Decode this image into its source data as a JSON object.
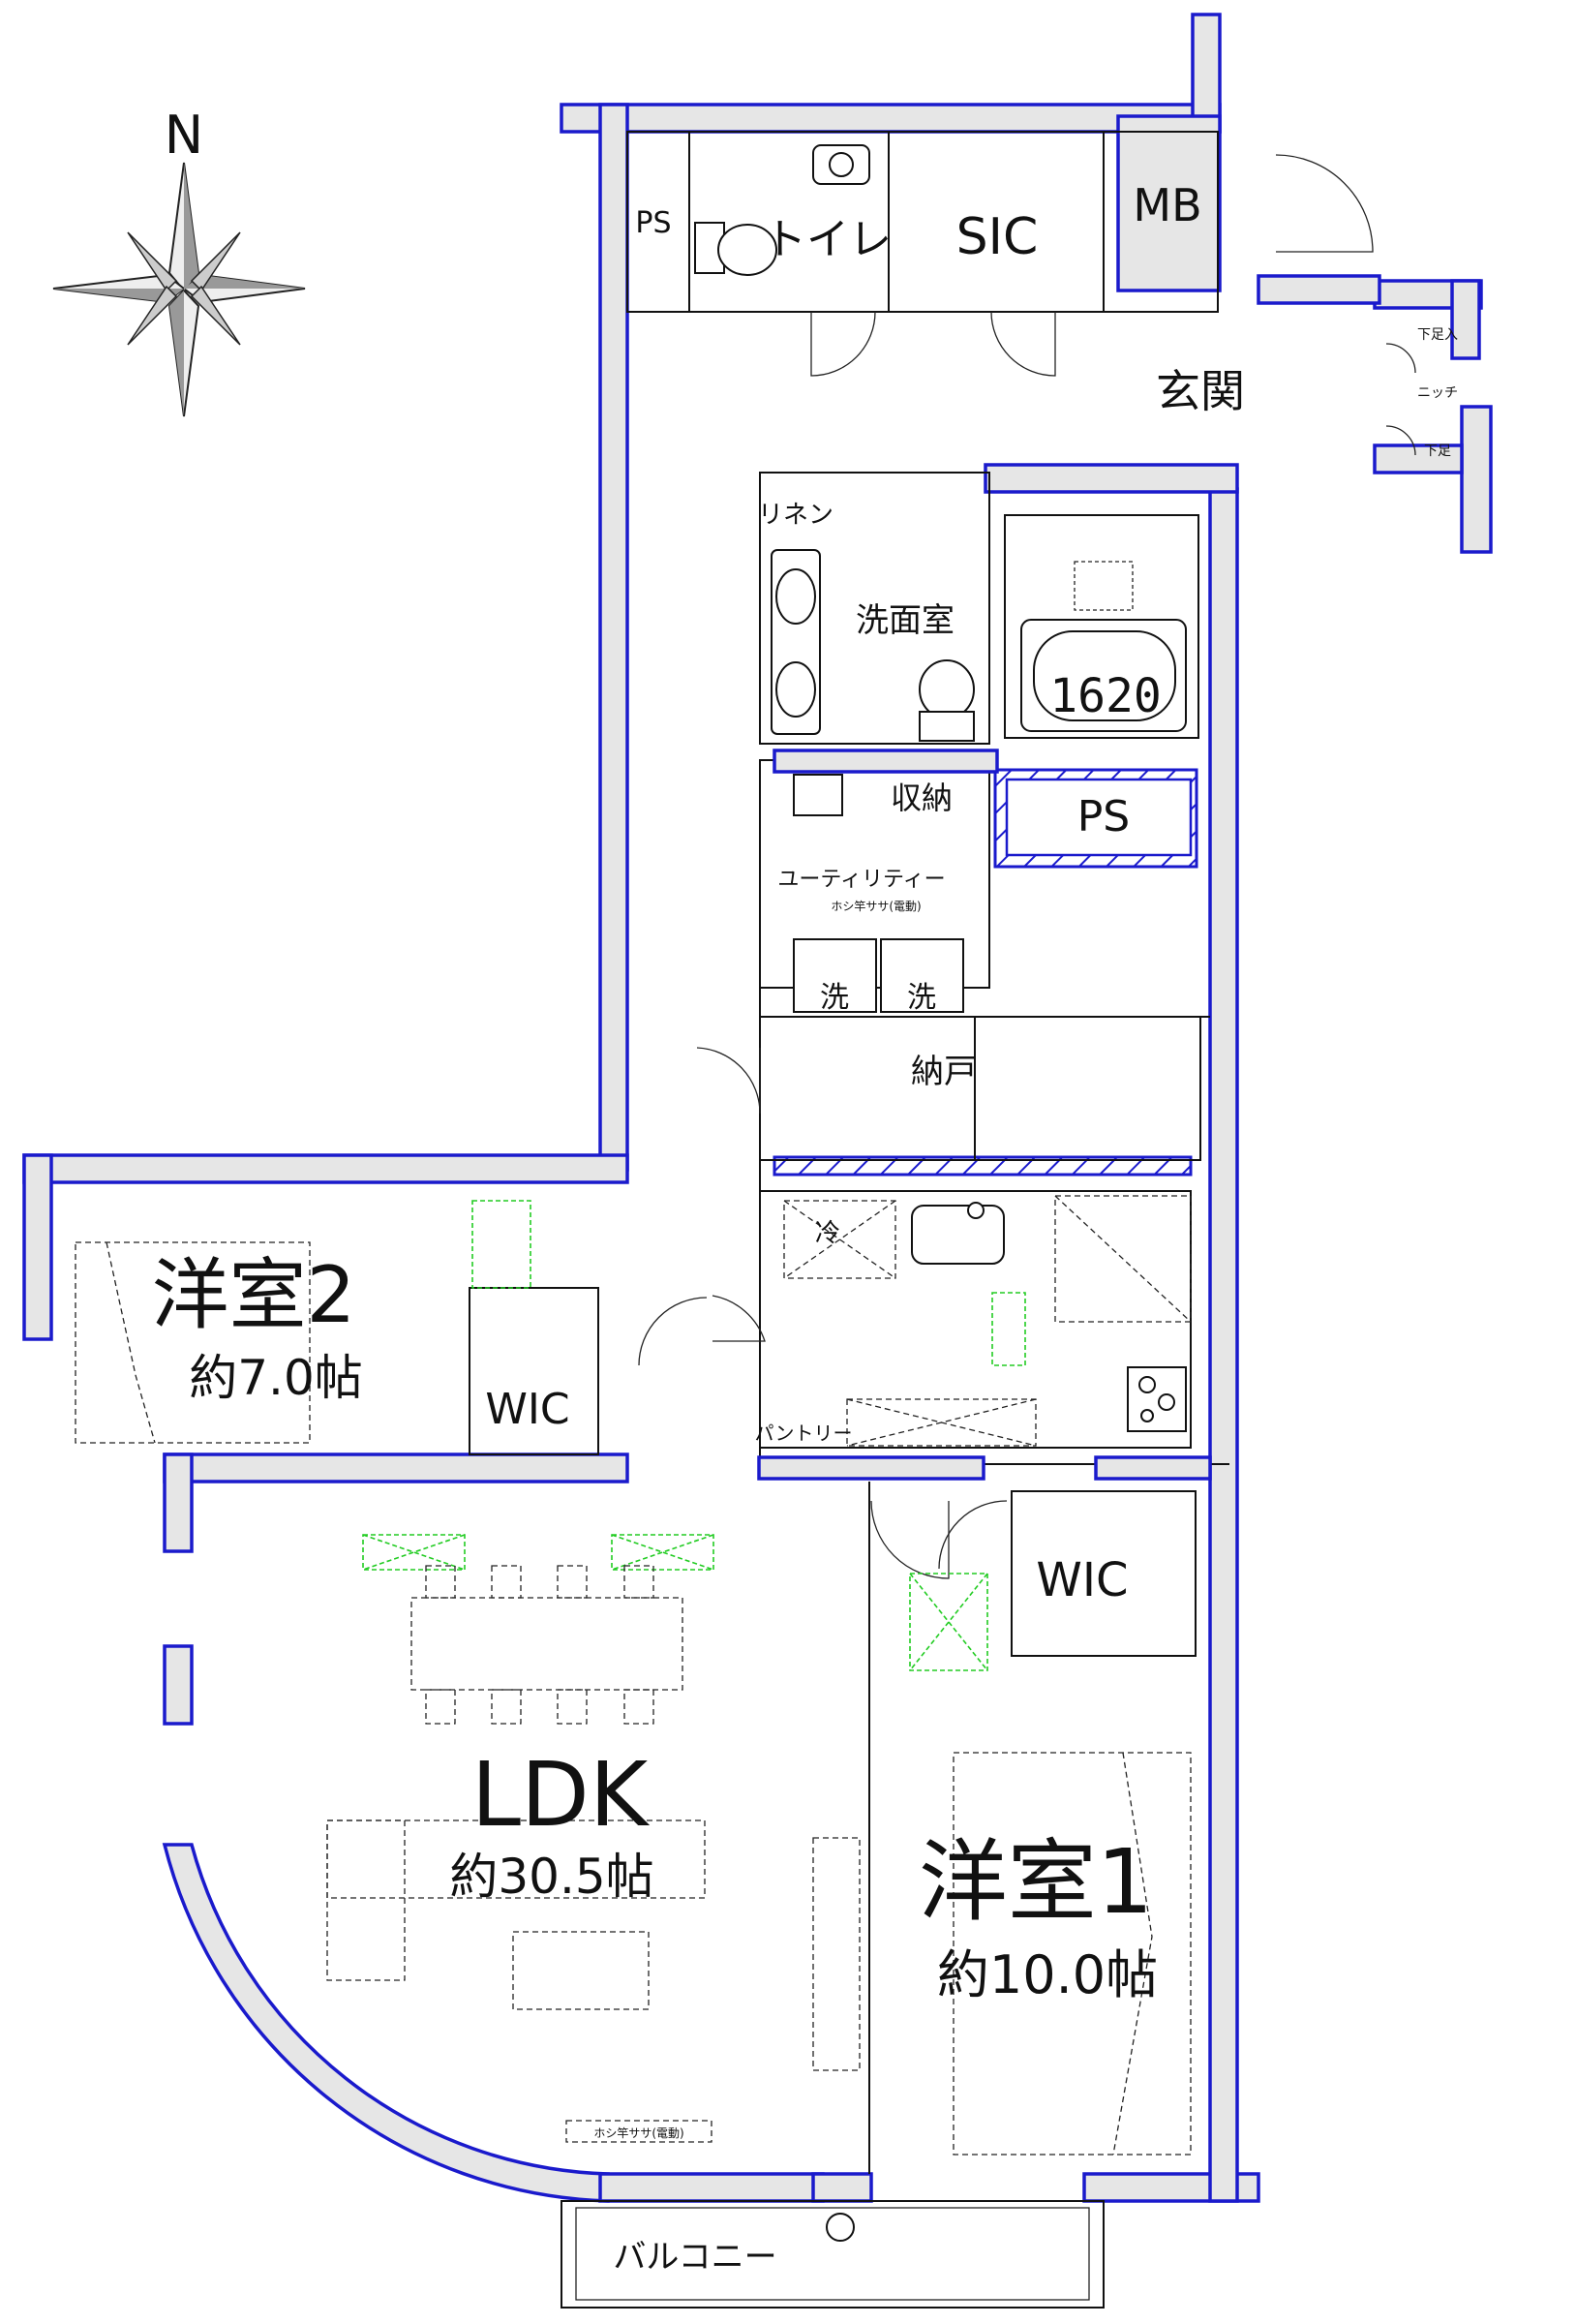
{
  "compass": {
    "north_label": "N"
  },
  "rooms": {
    "ps_top": "PS",
    "toilet": "トイレ",
    "sic": "SIC",
    "mb": "MB",
    "entrance": "玄関",
    "shoe_top": "下足入",
    "niche": "ニッチ",
    "shoe_bottom": "下足",
    "linen": "リネン",
    "washroom": "洗面室",
    "bath_size": "1620",
    "storage": "収納",
    "ps_mid": "PS",
    "utility": "ユーティリティー",
    "utility_note": "ホシ竿ササ(電動)",
    "washer_1": "洗",
    "washer_2": "洗",
    "nando": "納戸",
    "fridge": "冷",
    "pantry": "パントリー",
    "room2_name": "洋室2",
    "room2_size": "約7.0帖",
    "wic_left": "WIC",
    "wic_right": "WIC",
    "ldk_name": "LDK",
    "ldk_size": "約30.5帖",
    "ldk_note": "ホシ竿ササ(電動)",
    "room1_name": "洋室1",
    "room1_size": "約10.0帖",
    "balcony": "バルコニー"
  },
  "colors": {
    "wall_outline": "#1a1acc",
    "wall_fill": "#e6e6e6",
    "furniture_green": "#22cc22",
    "ink": "#111111"
  }
}
